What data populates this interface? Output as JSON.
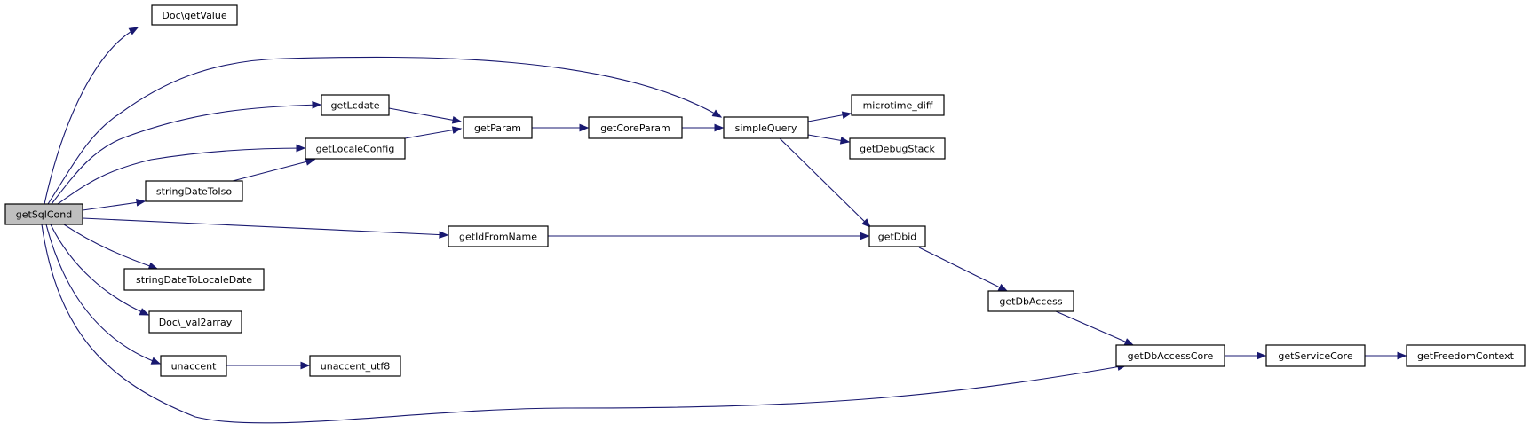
{
  "diagram": {
    "root": "getSqlCond",
    "nodes": [
      {
        "id": "getSqlCond",
        "label": "getSqlCond"
      },
      {
        "id": "docGetValue",
        "label": "Doc\\getValue"
      },
      {
        "id": "getLcdate",
        "label": "getLcdate"
      },
      {
        "id": "getLocaleConfig",
        "label": "getLocaleConfig"
      },
      {
        "id": "stringDateToIso",
        "label": "stringDateToIso"
      },
      {
        "id": "getParam",
        "label": "getParam"
      },
      {
        "id": "getCoreParam",
        "label": "getCoreParam"
      },
      {
        "id": "simpleQuery",
        "label": "simpleQuery"
      },
      {
        "id": "microtimeDiff",
        "label": "microtime_diff"
      },
      {
        "id": "getDebugStack",
        "label": "getDebugStack"
      },
      {
        "id": "getIdFromName",
        "label": "getIdFromName"
      },
      {
        "id": "getDbid",
        "label": "getDbid"
      },
      {
        "id": "stringDateToLocaleDate",
        "label": "stringDateToLocaleDate"
      },
      {
        "id": "docVal2array",
        "label": "Doc\\_val2array"
      },
      {
        "id": "unaccent",
        "label": "unaccent"
      },
      {
        "id": "unaccentUtf8",
        "label": "unaccent_utf8"
      },
      {
        "id": "getDbAccess",
        "label": "getDbAccess"
      },
      {
        "id": "getDbAccessCore",
        "label": "getDbAccessCore"
      },
      {
        "id": "getServiceCore",
        "label": "getServiceCore"
      },
      {
        "id": "getFreedomContext",
        "label": "getFreedomContext"
      }
    ],
    "edges": [
      {
        "from": "getSqlCond",
        "to": "docGetValue"
      },
      {
        "from": "getSqlCond",
        "to": "simpleQuery"
      },
      {
        "from": "getSqlCond",
        "to": "getLcdate"
      },
      {
        "from": "getSqlCond",
        "to": "getLocaleConfig"
      },
      {
        "from": "getSqlCond",
        "to": "stringDateToIso"
      },
      {
        "from": "getSqlCond",
        "to": "getIdFromName"
      },
      {
        "from": "getSqlCond",
        "to": "stringDateToLocaleDate"
      },
      {
        "from": "getSqlCond",
        "to": "docVal2array"
      },
      {
        "from": "getSqlCond",
        "to": "unaccent"
      },
      {
        "from": "getSqlCond",
        "to": "getDbAccessCore"
      },
      {
        "from": "getLcdate",
        "to": "getParam"
      },
      {
        "from": "getLocaleConfig",
        "to": "getParam"
      },
      {
        "from": "stringDateToIso",
        "to": "getLocaleConfig"
      },
      {
        "from": "getParam",
        "to": "getCoreParam"
      },
      {
        "from": "getCoreParam",
        "to": "simpleQuery"
      },
      {
        "from": "simpleQuery",
        "to": "microtimeDiff"
      },
      {
        "from": "simpleQuery",
        "to": "getDebugStack"
      },
      {
        "from": "simpleQuery",
        "to": "getDbid"
      },
      {
        "from": "getIdFromName",
        "to": "getDbid"
      },
      {
        "from": "getDbid",
        "to": "getDbAccess"
      },
      {
        "from": "getDbAccess",
        "to": "getDbAccessCore"
      },
      {
        "from": "unaccent",
        "to": "unaccentUtf8"
      },
      {
        "from": "getDbAccessCore",
        "to": "getServiceCore"
      },
      {
        "from": "getServiceCore",
        "to": "getFreedomContext"
      }
    ]
  }
}
